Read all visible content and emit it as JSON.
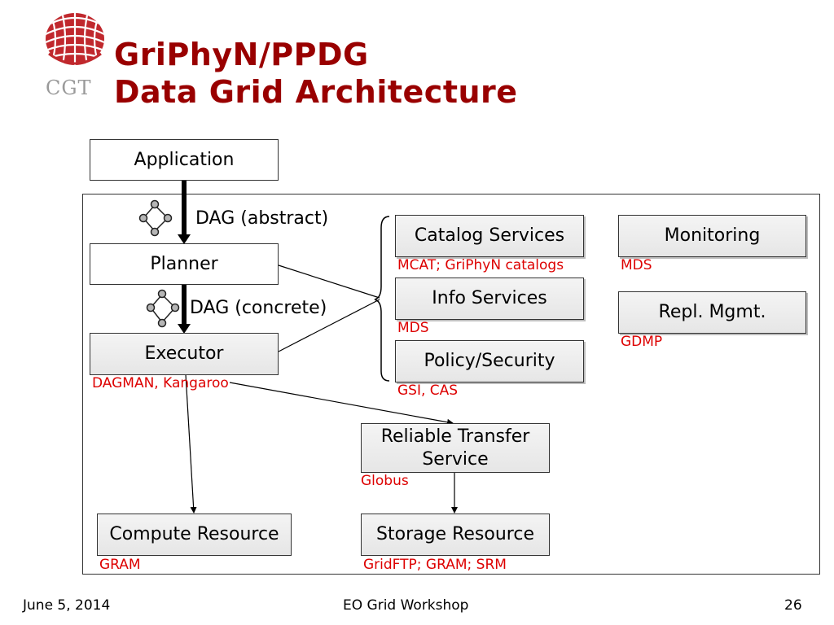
{
  "header": {
    "logo_text": "CGT",
    "title_line1": "GriPhyN/PPDG",
    "title_line2": "Data Grid Architecture"
  },
  "diagram": {
    "application": "Application",
    "dag_abstract": "DAG (abstract)",
    "planner": "Planner",
    "dag_concrete": "DAG (concrete)",
    "executor": "Executor",
    "executor_sub": "DAGMAN, Kangaroo",
    "catalog_services": "Catalog Services",
    "catalog_sub": "MCAT; GriPhyN catalogs",
    "info_services": "Info Services",
    "info_sub": "MDS",
    "policy_security": "Policy/Security",
    "policy_sub": "GSI, CAS",
    "monitoring": "Monitoring",
    "monitoring_sub": "MDS",
    "repl_mgmt": "Repl. Mgmt.",
    "repl_sub": "GDMP",
    "reliable_transfer_line1": "Reliable Transfer",
    "reliable_transfer_line2": "Service",
    "reliable_sub": "Globus",
    "compute_resource": "Compute Resource",
    "compute_sub": "GRAM",
    "storage_resource": "Storage Resource",
    "storage_sub": "GridFTP; GRAM; SRM"
  },
  "footer": {
    "date": "June 5, 2014",
    "event": "EO Grid Workshop",
    "page": "26"
  },
  "colors": {
    "title": "#990000",
    "sublabel": "#dd0000",
    "logo": "#c0282d"
  }
}
